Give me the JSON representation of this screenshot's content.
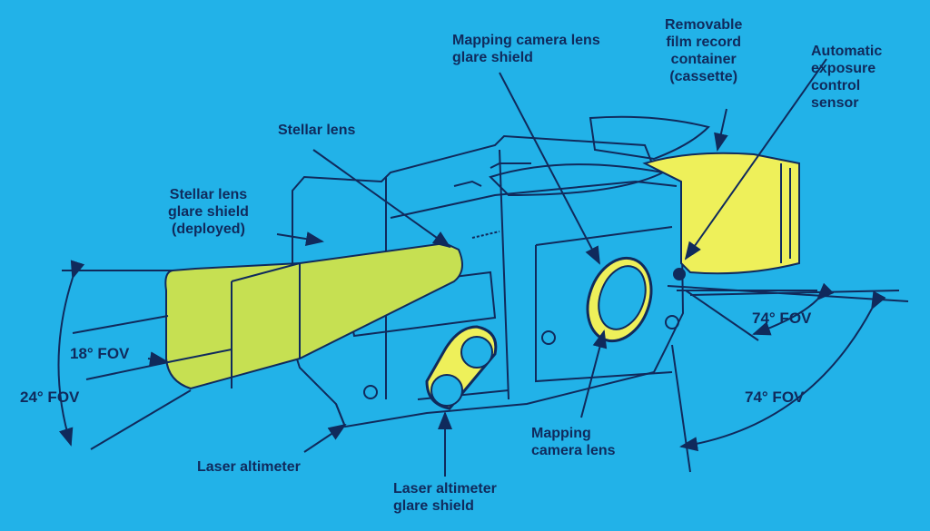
{
  "labels": {
    "mapping_glare_shield": [
      "Mapping camera lens",
      "glare shield"
    ],
    "removable_film": [
      "Removable",
      "film record",
      "container",
      "(cassette)"
    ],
    "auto_exposure": [
      "Automatic",
      "exposure",
      "control",
      "sensor"
    ],
    "stellar_lens": "Stellar lens",
    "stellar_glare_shield": [
      "Stellar lens",
      "glare shield",
      "(deployed)"
    ],
    "laser_altimeter": "Laser altimeter",
    "laser_glare_shield": [
      "Laser altimeter",
      "glare shield"
    ],
    "mapping_lens": [
      "Mapping",
      "camera lens"
    ]
  },
  "fov": {
    "stellar_18": "18° FOV",
    "stellar_24": "24° FOV",
    "mapping_74_a": "74° FOV",
    "mapping_74_b": "74° FOV"
  },
  "colors": {
    "background": "#22b2e8",
    "line": "#102a5c",
    "stellar_shield": "#c6e052",
    "cassette": "#eef05a"
  }
}
